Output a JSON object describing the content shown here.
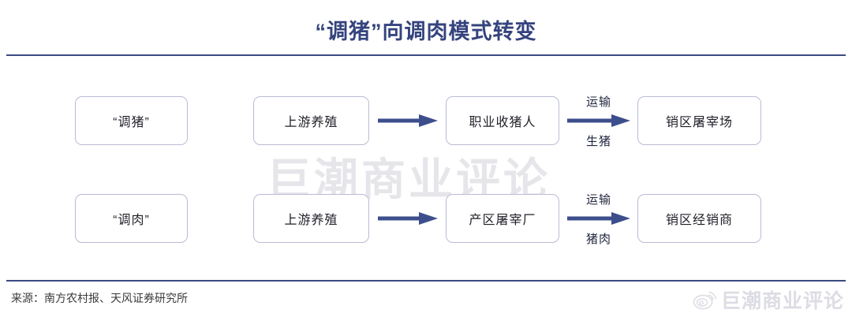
{
  "slide": {
    "title": "“调猪”向调肉模式转变",
    "accent_color": "#3b4a82",
    "node_border_color": "#b9bcd4",
    "arrow_color": "#3d4e8c",
    "watermark_color": "#e6e6ea"
  },
  "watermark": {
    "center_text": "巨潮商业评论"
  },
  "diagram": {
    "rows": [
      {
        "label": "“调猪”",
        "upstream": "上游养殖",
        "middle": "职业收猪人",
        "end": "销区屠宰场",
        "arrow1": "",
        "arrow2_above": "运输",
        "arrow2_below": "生猪"
      },
      {
        "label": "“调肉”",
        "upstream": "上游养殖",
        "middle": "产区屠宰厂",
        "end": "销区经销商",
        "arrow1": "",
        "arrow2_above": "运输",
        "arrow2_below": "猪肉"
      }
    ]
  },
  "footer": {
    "source": "来源：南方农村报、天风证券研究所",
    "brand_name": "巨潮商业评论",
    "brand_icon": "weibo-icon"
  }
}
